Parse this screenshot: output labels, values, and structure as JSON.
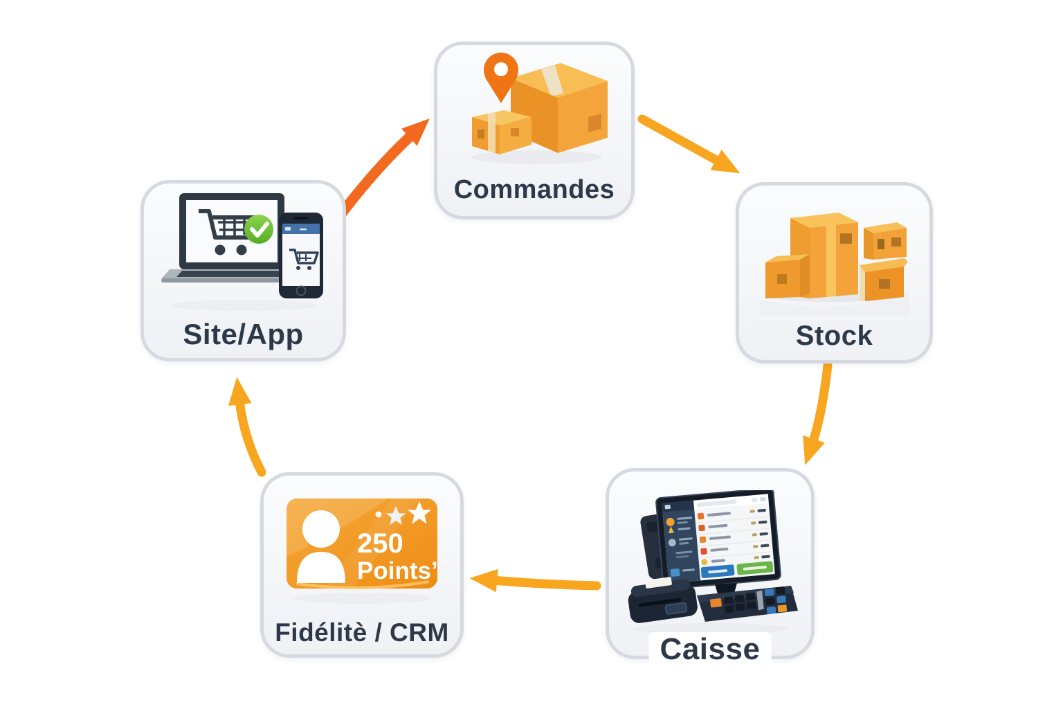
{
  "diagram": {
    "title": "",
    "nodes": [
      {
        "id": "commandes",
        "label": "Commandes",
        "icon": "packages-location-pin-icon"
      },
      {
        "id": "stock",
        "label": "Stock",
        "icon": "stacked-cardboard-boxes-icon"
      },
      {
        "id": "caisse",
        "label": "Caisse",
        "icon": "pos-terminal-icon"
      },
      {
        "id": "fidelite",
        "label": "Fidélitè / CRM",
        "icon": "loyalty-card-icon"
      },
      {
        "id": "site_app",
        "label": "Site/App",
        "icon": "laptop-phone-cart-icon"
      }
    ],
    "loyalty_card": {
      "points_value": "250",
      "points_label": "Points’"
    },
    "arrows": [
      {
        "from": "Site/App",
        "to": "Commandes",
        "color": "#f2691f"
      },
      {
        "from": "Commandes",
        "to": "Stock",
        "color": "#f8a51f"
      },
      {
        "from": "Stock",
        "to": "Caisse",
        "color": "#f8a51f"
      },
      {
        "from": "Caisse",
        "to": "Fidélitè / CRM",
        "color": "#f8a51f"
      },
      {
        "from": "Fidélitè / CRM",
        "to": "Site/App",
        "color": "#f8a51f"
      }
    ],
    "colors": {
      "arrow_primary": "#f2691f",
      "arrow_secondary": "#f8a51f",
      "card_border": "#d6d9df",
      "label_text": "#2d3949",
      "box_orange": "#f3a53c",
      "pin_orange": "#ef7514",
      "check_green": "#5cb229",
      "pos_button_blue": "#2b79bd",
      "pos_button_green": "#6cb548"
    }
  }
}
